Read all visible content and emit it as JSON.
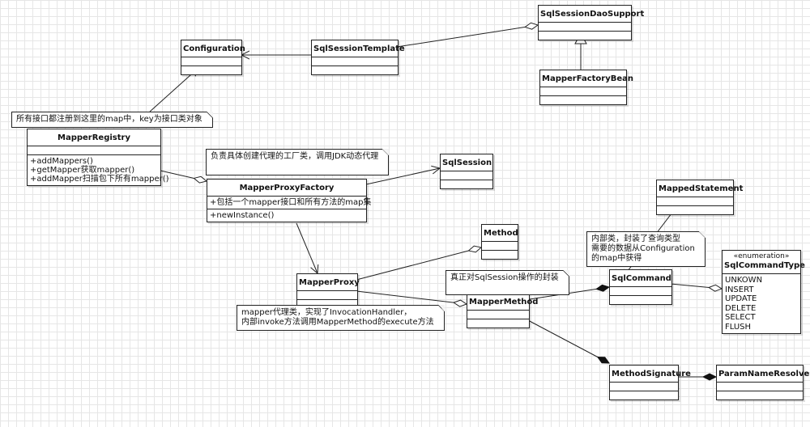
{
  "classes": {
    "sqlsessiondaosupport": {
      "name": "SqlSessionDaoSupport"
    },
    "configuration": {
      "name": "Configuration"
    },
    "sqlsessiontemplate": {
      "name": "SqlSessionTemplate"
    },
    "mapperfactorybean": {
      "name": "MapperFactoryBean"
    },
    "mapperregistry": {
      "name": "MapperRegistry",
      "operations": [
        "+addMappers()",
        "+getMapper获取mapper()",
        "+addMapper扫描包下所有mapper()"
      ]
    },
    "sqlsession": {
      "name": "SqlSession"
    },
    "mapperproxyfactory": {
      "name": "MapperProxyFactory",
      "attributes": [
        "+包括一个mapper接口和所有方法的map集"
      ],
      "operations": [
        "+newInstance()"
      ]
    },
    "mappedstatement": {
      "name": "MappedStatement"
    },
    "method": {
      "name": "Method"
    },
    "mapperproxy": {
      "name": "MapperProxy"
    },
    "sqlcommand": {
      "name": "SqlCommand"
    },
    "sqlcommandtype": {
      "stereotype": "«enumeration»",
      "name": "SqlCommandType",
      "literals": [
        "UNKOWN",
        "INSERT",
        "UPDATE",
        "DELETE",
        "SELECT",
        "FLUSH"
      ]
    },
    "mappermethod": {
      "name": "MapperMethod"
    },
    "methodsignature": {
      "name": "MethodSignature"
    },
    "paramnameresolver": {
      "name": "ParamNameResolver"
    }
  },
  "notes": {
    "registry_note": "所有接口都注册到这里的map中，key为接口类对象",
    "factory_note": "负责具体创建代理的工厂类，调用JDK动态代理",
    "sqlcommand_note": [
      "内部类，封装了查询类型",
      "需要的数据从Configuration",
      "的map中获得"
    ],
    "mappermethod_note": "真正对SqlSession操作的封装",
    "mapperproxy_note": [
      "mapper代理类，实现了InvocationHandler，",
      "内部invoke方法调用MapperMethod的execute方法"
    ]
  }
}
